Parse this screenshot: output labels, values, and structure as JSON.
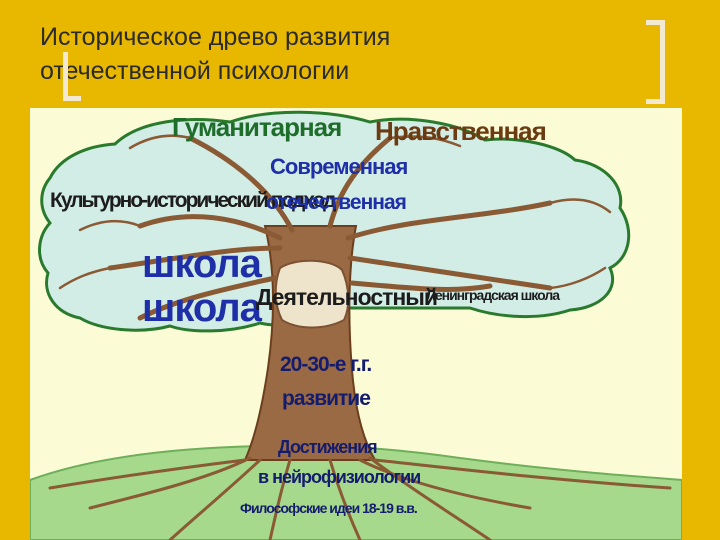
{
  "slide": {
    "title_line1": "Историческое древо развития",
    "title_line2": "отечественной психологии"
  },
  "tree": {
    "labels": {
      "humanitarian": "Гуманитарная",
      "moral": "Нравственная",
      "modern": "Современная",
      "cultural_historical": "Культурно-исторический подход",
      "domestic": "отечественная",
      "school_1": "школа",
      "school_2": "школа",
      "activity": "Деятельностный",
      "leningrad_school": "Ленинградская школа",
      "years_20_30_line1": "20-30-е г.г.",
      "years_20_30_line2": "развитие",
      "neuro_line1": "Достижения",
      "neuro_line2": "в нейрофизиологии",
      "philosophy": "Философские идеи 18-19 в.в."
    }
  },
  "colors": {
    "background": "#e8b800",
    "crown": "#d2ece6",
    "crown_outline": "#2a7a2e",
    "branches": "#8a5a34",
    "ground": "#a6d98c"
  }
}
